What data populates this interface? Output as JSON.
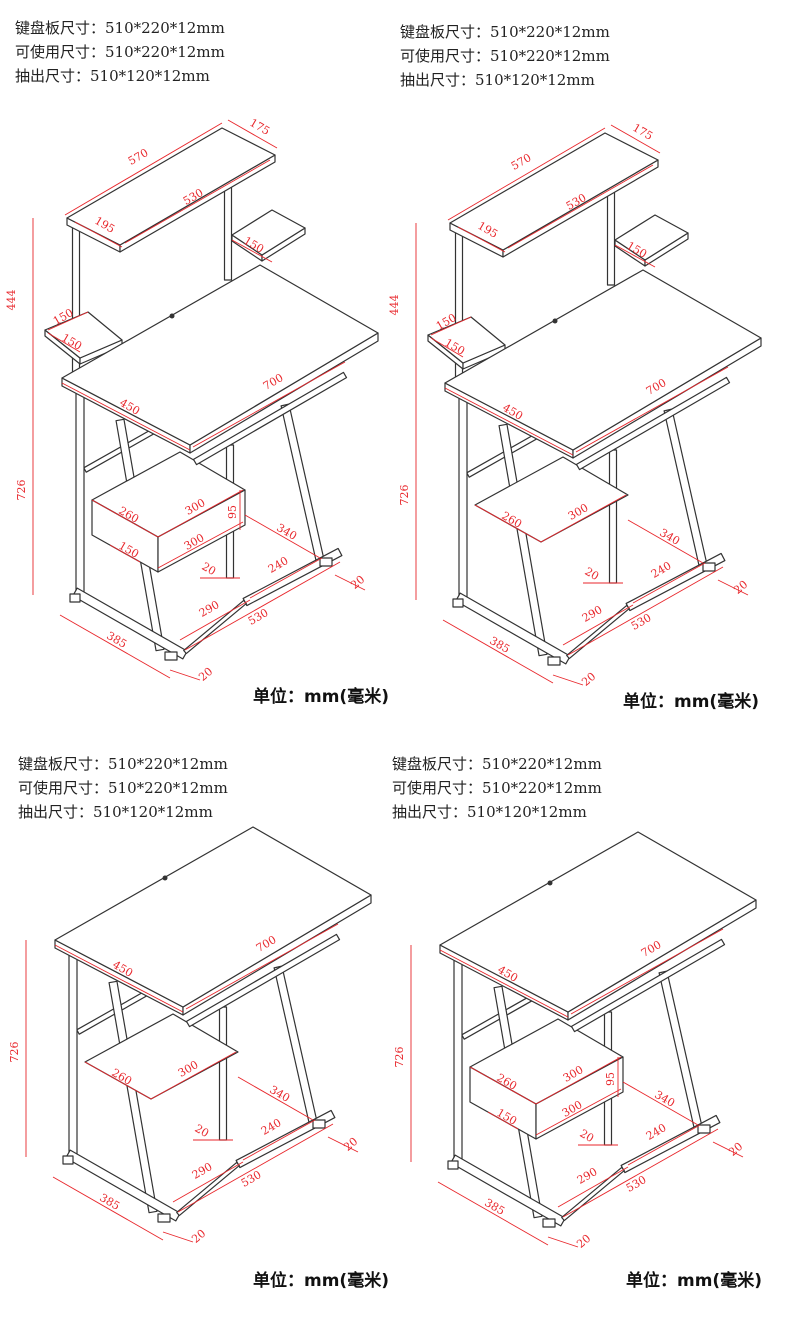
{
  "panels": [
    {
      "specs": [
        "键盘板尺寸：510*220*12mm",
        "可使用尺寸：510*220*12mm",
        "抽出尺寸：510*120*12mm"
      ],
      "unit": "单位：mm(毫米)",
      "hutch": true,
      "drawer": true,
      "dims": {
        "hutch_width": "570",
        "hutch_depth": "175",
        "hutch_inner": "530",
        "hutch_side": "195",
        "side_shelf_r": "150",
        "hutch_height": "444",
        "side_shelf_l1": "150",
        "side_shelf_l2": "150",
        "top_depth": "450",
        "top_width": "700",
        "desk_height": "726",
        "shelf_depth": "260",
        "shelf_width": "300",
        "drawer_height": "95",
        "shelf_span": "340",
        "drawer_front": "300",
        "drawer_pull": "150",
        "post": "20",
        "base_r": "240",
        "foot_r": "20",
        "base_gap": "290",
        "base_width": "530",
        "base_depth": "385",
        "foot_l": "20"
      }
    },
    {
      "specs": [
        "键盘板尺寸：510*220*12mm",
        "可使用尺寸：510*220*12mm",
        "抽出尺寸：510*120*12mm"
      ],
      "unit": "单位：mm(毫米)",
      "hutch": true,
      "drawer": false,
      "dims": {
        "hutch_width": "570",
        "hutch_depth": "175",
        "hutch_inner": "530",
        "hutch_side": "195",
        "side_shelf_r": "150",
        "hutch_height": "444",
        "side_shelf_l1": "150",
        "side_shelf_l2": "150",
        "top_depth": "450",
        "top_width": "700",
        "desk_height": "726",
        "shelf_depth": "260",
        "shelf_width": "300",
        "shelf_span": "340",
        "post": "20",
        "base_r": "240",
        "foot_r": "20",
        "base_gap": "290",
        "base_width": "530",
        "base_depth": "385",
        "foot_l": "20"
      }
    },
    {
      "specs": [
        "键盘板尺寸：510*220*12mm",
        "可使用尺寸：510*220*12mm",
        "抽出尺寸：510*120*12mm"
      ],
      "unit": "单位：mm(毫米)",
      "hutch": false,
      "drawer": false,
      "dims": {
        "top_depth": "450",
        "top_width": "700",
        "desk_height": "726",
        "shelf_depth": "260",
        "shelf_width": "300",
        "shelf_span": "340",
        "post": "20",
        "base_r": "240",
        "foot_r": "20",
        "base_gap": "290",
        "base_width": "530",
        "base_depth": "385",
        "foot_l": "20"
      }
    },
    {
      "specs": [
        "键盘板尺寸：510*220*12mm",
        "可使用尺寸：510*220*12mm",
        "抽出尺寸：510*120*12mm"
      ],
      "unit": "单位：mm(毫米)",
      "hutch": false,
      "drawer": true,
      "dims": {
        "top_depth": "450",
        "top_width": "700",
        "desk_height": "726",
        "shelf_depth": "260",
        "shelf_width": "300",
        "drawer_height": "95",
        "shelf_span": "340",
        "drawer_front": "300",
        "drawer_pull": "150",
        "post": "20",
        "base_r": "240",
        "foot_r": "20",
        "base_gap": "290",
        "base_width": "530",
        "base_depth": "385",
        "foot_l": "20"
      }
    }
  ],
  "colors": {
    "dimension": "#e8262b",
    "line": "#333333"
  }
}
